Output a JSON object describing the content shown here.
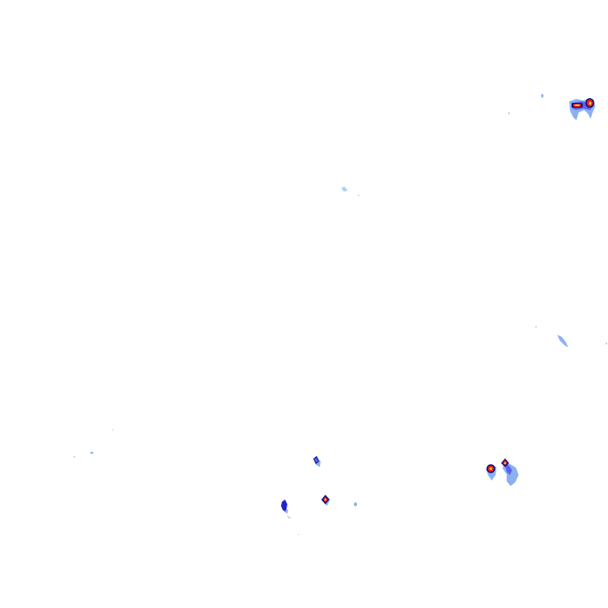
{
  "overlay": {
    "type": "precipitation-radar",
    "background": "#ffffff",
    "palette": {
      "very_light": "#9ecbf5",
      "light": "#7ea8f0",
      "moderate": "#5b63ee",
      "heavy": "#2424c8",
      "intense": "#e02020",
      "core": "#f5d020",
      "outline": "#0a0a7a"
    },
    "cells": [
      {
        "name": "cell-ne-large",
        "intensity": "intense"
      },
      {
        "name": "cell-ne-small",
        "intensity": "intense"
      },
      {
        "name": "cell-east",
        "intensity": "light"
      },
      {
        "name": "cell-center-north",
        "intensity": "very_light"
      },
      {
        "name": "cell-se-1",
        "intensity": "intense"
      },
      {
        "name": "cell-se-2",
        "intensity": "intense"
      },
      {
        "name": "cell-south-1",
        "intensity": "heavy"
      },
      {
        "name": "cell-south-2",
        "intensity": "intense"
      },
      {
        "name": "cell-south-3",
        "intensity": "heavy"
      },
      {
        "name": "cell-west",
        "intensity": "very_light"
      }
    ]
  }
}
